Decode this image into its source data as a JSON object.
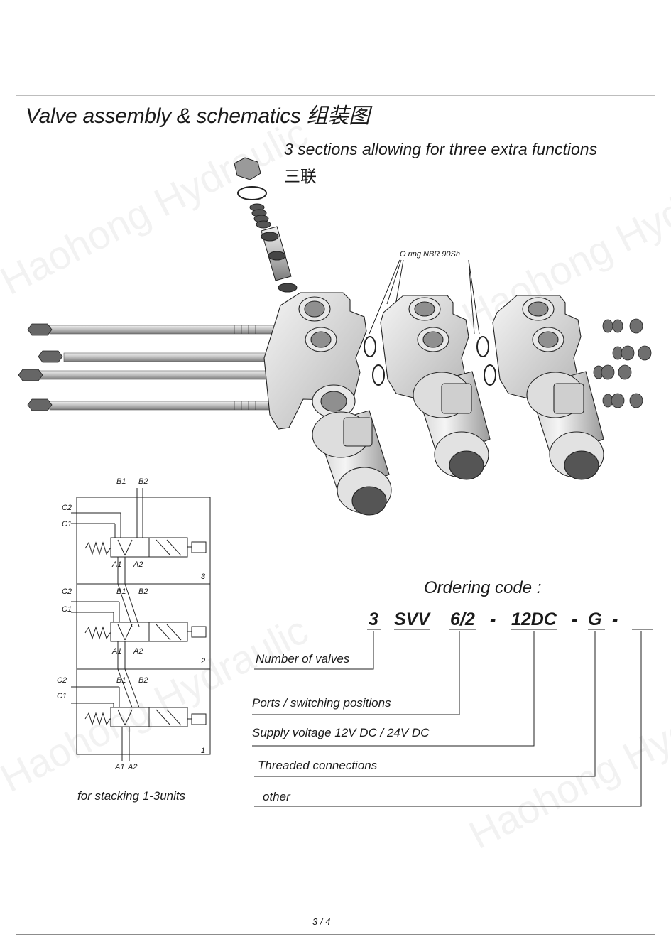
{
  "title": "Valve assembly & schematics 组装图",
  "subtitle": "3 sections allowing for three extra functions",
  "subtitle_cn": "三联",
  "oring_label": "O ring NBR 90Sh",
  "watermark": "Haohong Hydraulic",
  "schematic": {
    "section_numbers": [
      "3",
      "2",
      "1"
    ],
    "port_labels": {
      "b1": "B1",
      "b2": "B2",
      "c1": "C1",
      "c2": "C2",
      "a1": "A1",
      "a2": "A2"
    },
    "caption": "for stacking 1-3units"
  },
  "ordering": {
    "title": "Ordering code :",
    "codes": [
      "3",
      "SVV",
      "6/2",
      "-",
      "12DC",
      "-",
      "G",
      "-"
    ],
    "descriptions": [
      "Number of valves",
      "Ports / switching positions",
      "Supply voltage 12V DC / 24V DC",
      "Threaded connections",
      "other"
    ]
  },
  "page_number": "3 / 4"
}
